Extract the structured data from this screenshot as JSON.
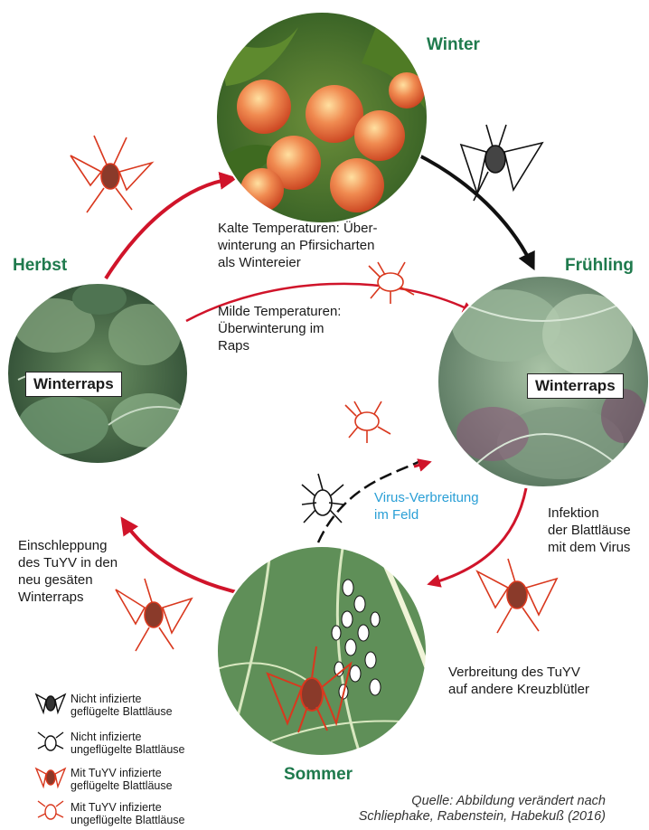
{
  "seasons": {
    "winter": "Winter",
    "spring": "Frühling",
    "summer": "Sommer",
    "autumn": "Herbst"
  },
  "circle_labels": {
    "autumn": "Winterraps",
    "spring": "Winterraps"
  },
  "annotations": {
    "cold_temps": "Kalte Temperaturen: Über-\nwinterung an Pfirsicharten\nals Wintereier",
    "mild_temps": "Milde Temperaturen:\nÜberwinterung im\nRaps",
    "virus_spread": "Virus-Verbreitung\nim Feld",
    "infection": "Infektion\nder Blattläuse\nmit dem Virus",
    "spread_tuyv": "Verbreitung des TuYV\nauf andere Kreuzblütler",
    "introduction": "Einschleppung\ndes TuYV in den\nneu gesäten\nWinterraps"
  },
  "legend": [
    {
      "icon": "winged-aphid-black-icon",
      "text": "Nicht infizierte\ngeflügelte Blattläuse"
    },
    {
      "icon": "wingless-aphid-black-icon",
      "text": "Nicht infizierte\nungeflügelte Blattläuse"
    },
    {
      "icon": "winged-aphid-red-icon",
      "text": "Mit TuYV infizierte\ngeflügelte Blattläuse"
    },
    {
      "icon": "wingless-aphid-red-icon",
      "text": "Mit TuYV infizierte\nungeflügelte Blattläuse"
    }
  ],
  "source": "Quelle: Abbildung verändert nach\nSchliephake, Rabenstein, Habekuß (2016)",
  "colors": {
    "season_green": "#1f7a4d",
    "arrow_red": "#d0142a",
    "aphid_red": "#d9381e",
    "arrow_black": "#111111",
    "virus_blue": "#2a9fd6"
  }
}
